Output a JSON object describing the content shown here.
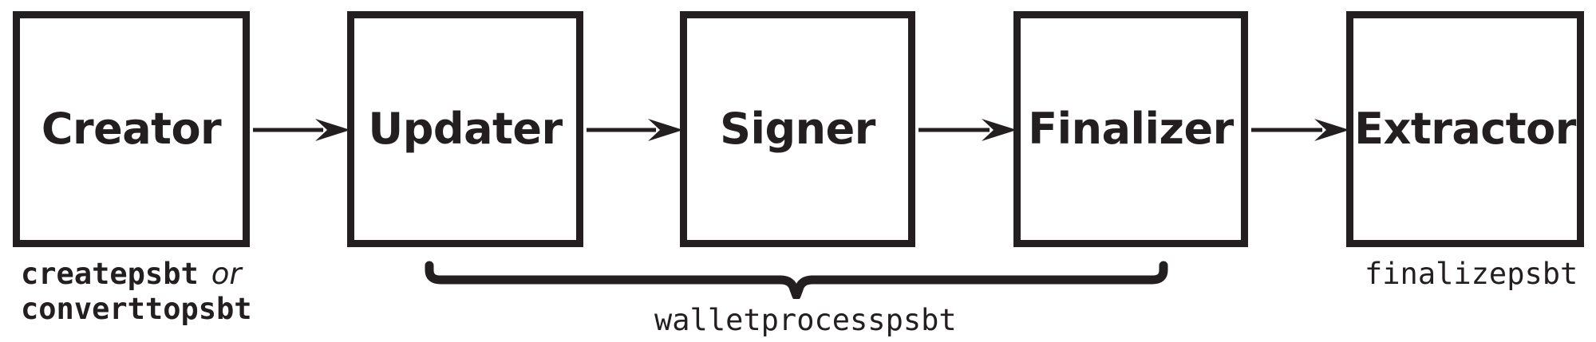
{
  "diagram": {
    "title": "PSBT roles workflow",
    "type": "flowchart",
    "orientation": "left-to-right",
    "colors": {
      "ink": "#231f20",
      "background": "#ffffff"
    },
    "stages": [
      {
        "id": "creator",
        "label": "Creator"
      },
      {
        "id": "updater",
        "label": "Updater"
      },
      {
        "id": "signer",
        "label": "Signer"
      },
      {
        "id": "finalizer",
        "label": "Finalizer"
      },
      {
        "id": "extractor",
        "label": "Extractor"
      }
    ],
    "connectors": [
      {
        "id": "creator-to-updater",
        "icon": "arrow-right-icon"
      },
      {
        "id": "updater-to-signer",
        "icon": "arrow-right-icon"
      },
      {
        "id": "signer-to-finalizer",
        "icon": "arrow-right-icon"
      },
      {
        "id": "finalizer-to-extractor",
        "icon": "arrow-right-icon"
      }
    ],
    "annotations": {
      "creator_command_line1": "createpsbt",
      "creator_command_or": "or",
      "creator_command_line2": "converttopsbt",
      "brace_command": "walletprocesspsbt",
      "extractor_command": "finalizepsbt"
    }
  }
}
